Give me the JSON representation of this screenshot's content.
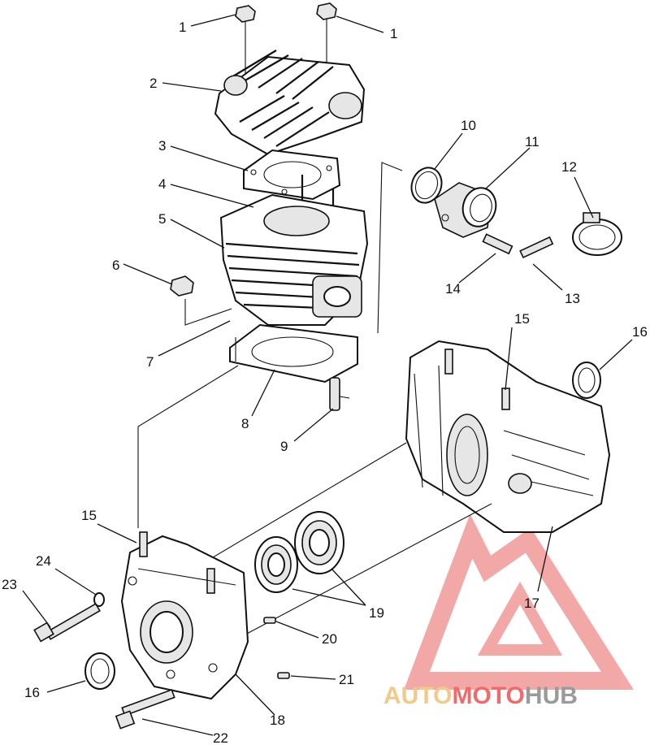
{
  "callouts": [
    {
      "id": "c1a",
      "text": "1"
    },
    {
      "id": "c1b",
      "text": "1"
    },
    {
      "id": "c2",
      "text": "2"
    },
    {
      "id": "c3",
      "text": "3"
    },
    {
      "id": "c4",
      "text": "4"
    },
    {
      "id": "c5",
      "text": "5"
    },
    {
      "id": "c6",
      "text": "6"
    },
    {
      "id": "c7",
      "text": "7"
    },
    {
      "id": "c8",
      "text": "8"
    },
    {
      "id": "c9",
      "text": "9"
    },
    {
      "id": "c10",
      "text": "10"
    },
    {
      "id": "c11",
      "text": "11"
    },
    {
      "id": "c12",
      "text": "12"
    },
    {
      "id": "c13",
      "text": "13"
    },
    {
      "id": "c14",
      "text": "14"
    },
    {
      "id": "c15a",
      "text": "15"
    },
    {
      "id": "c15b",
      "text": "15"
    },
    {
      "id": "c16a",
      "text": "16"
    },
    {
      "id": "c16b",
      "text": "16"
    },
    {
      "id": "c17",
      "text": "17"
    },
    {
      "id": "c18",
      "text": "18"
    },
    {
      "id": "c19",
      "text": "19"
    },
    {
      "id": "c20",
      "text": "20"
    },
    {
      "id": "c21",
      "text": "21"
    },
    {
      "id": "c22",
      "text": "22"
    },
    {
      "id": "c23",
      "text": "23"
    },
    {
      "id": "c24",
      "text": "24"
    }
  ],
  "watermark": {
    "part1": "AUTO",
    "part2": "MOTO",
    "part3": "HUB",
    "colors": {
      "auto": "#f3c98a",
      "moto": "#ef6b6b",
      "hub": "#9a9a9a",
      "logo": "#f19a9a"
    }
  }
}
